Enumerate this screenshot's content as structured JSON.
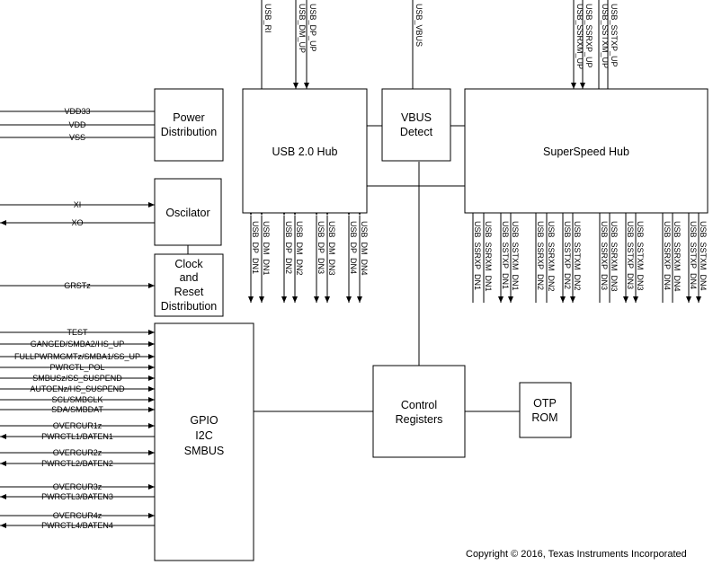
{
  "blocks": {
    "power": [
      "Power",
      "Distribution"
    ],
    "usb2_hub": [
      "USB 2.0 Hub"
    ],
    "vbus_detect": [
      "VBUS",
      "Detect"
    ],
    "superspeed_hub": [
      "SuperSpeed Hub"
    ],
    "oscillator": [
      "Oscilator"
    ],
    "clock_reset": [
      "Clock",
      "and",
      "Reset",
      "Distribution"
    ],
    "gpio": [
      "GPIO",
      "I2C",
      "SMBUS"
    ],
    "control_registers": [
      "Control",
      "Registers"
    ],
    "otp_rom": [
      "OTP",
      "ROM"
    ]
  },
  "top_signals": {
    "usb2": [
      "USB_RI",
      "USB_DM_UP",
      "USB_DP_UP"
    ],
    "vbus": [
      "USB_VBUS"
    ],
    "superspeed": [
      "USB_SSRXM_UP",
      "USB_SSRXP_UP",
      "USB_SSTXM_UP",
      "USB_SSTXP_UP"
    ]
  },
  "power_signals": [
    "VDD33",
    "VDD",
    "VSS"
  ],
  "oscillator_signals": [
    "XI",
    "XO"
  ],
  "reset_signals": [
    "GRSTz"
  ],
  "usb2_downstream_signals": [
    "USB_DP_DN1",
    "USB_DM_DN1",
    "USB_DP_DN2",
    "USB_DM_DN2",
    "USB_DP_DN3",
    "USB_DM_DN3",
    "USB_DP_DN4",
    "USB_DM_DN4"
  ],
  "superspeed_downstream_signals": [
    "USB_SSRXP_DN1",
    "USB_SSRXM_DN1",
    "USB_SSTXP_DN1",
    "USB_SSTXM_DN1",
    "USB_SSRXP_DN2",
    "USB_SSRXM_DN2",
    "USB_SSTXP_DN2",
    "USB_SSTXM_DN2",
    "USB_SSRXP_DN3",
    "USB_SSRXM_DN3",
    "USB_SSTXP_DN3",
    "USB_SSTXM_DN3",
    "USB_SSRXP_DN4",
    "USB_SSRXM_DN4",
    "USB_SSTXP_DN4",
    "USB_SSTXM_DN4"
  ],
  "gpio_signals": [
    "TEST",
    "GANGED/SMBA2/HS_UP",
    "FULLPWRMGMTz/SMBA1/SS_UP",
    "PWRCTL_POL",
    "SMBUSz/SS_SUSPEND",
    "AUTOENz/HS_SUSPEND",
    "SCL/SMBCLK",
    "SDA/SMBDAT",
    "OVERCUR1z",
    "PWRCTL1/BATEN1",
    "OVERCUR2z",
    "PWRCTL2/BATEN2",
    "OVERCUR3z",
    "PWRCTL3/BATEN3",
    "OVERCUR4z",
    "PWRCTL4/BATEN4"
  ],
  "copyright": "Copyright © 2016, Texas Instruments Incorporated"
}
